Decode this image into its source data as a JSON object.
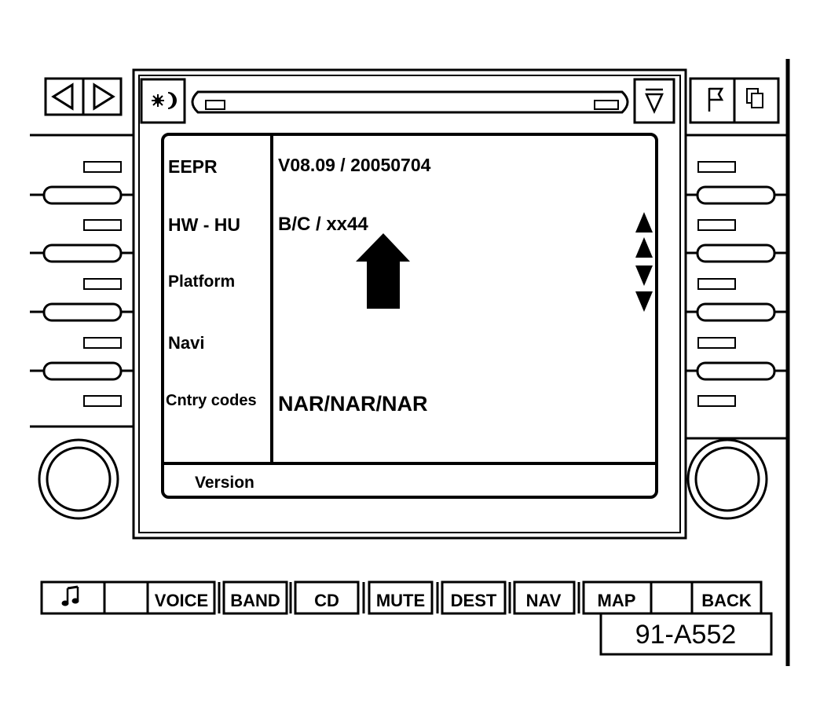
{
  "screen": {
    "rows": [
      {
        "label": "EEPR",
        "value": "V08.09 / 20050704"
      },
      {
        "label": "HW - HU",
        "value": "B/C / xx44"
      },
      {
        "label": "Platform",
        "value": ""
      },
      {
        "label": "Navi",
        "value": ""
      },
      {
        "label": "Cntry codes",
        "value": "NAR/NAR/NAR"
      }
    ],
    "footer": "Version"
  },
  "bottom_keys": [
    "",
    "VOICE",
    "BAND",
    "CD",
    "MUTE",
    "DEST",
    "NAV",
    "MAP",
    "",
    "BACK"
  ],
  "figure_id": "91-A552",
  "icons": {
    "top_left_buttons": [
      "arrow-left-icon",
      "arrow-right-icon"
    ],
    "top_right_buttons": [
      "flag-icon",
      "pages-icon"
    ],
    "day_night": "sun-moon-icon",
    "eject": "eject-icon",
    "music": "music-note-icon"
  }
}
